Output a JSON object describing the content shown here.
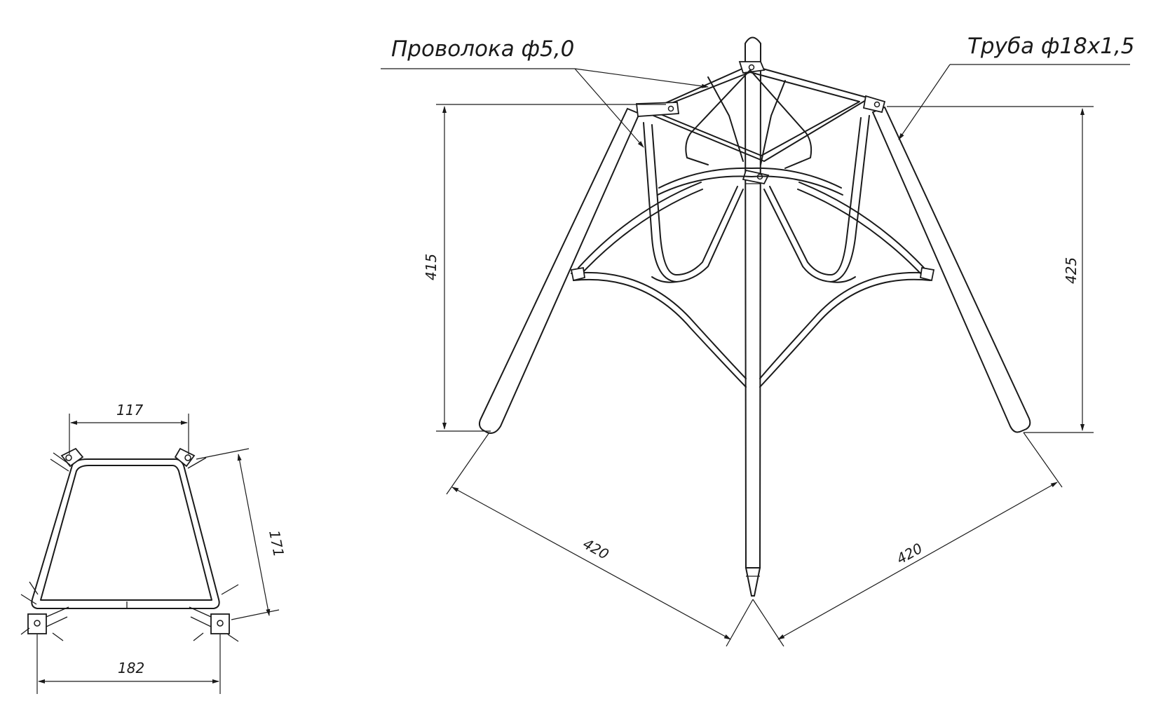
{
  "labels": {
    "wire": "Проволока ф5,0",
    "tube": "Труба ф18х1,5"
  },
  "dimensions": {
    "top_width": "117",
    "side_length": "171",
    "bottom_width": "182",
    "left_height": "415",
    "right_height": "425",
    "left_span": "420",
    "right_span": "420"
  }
}
